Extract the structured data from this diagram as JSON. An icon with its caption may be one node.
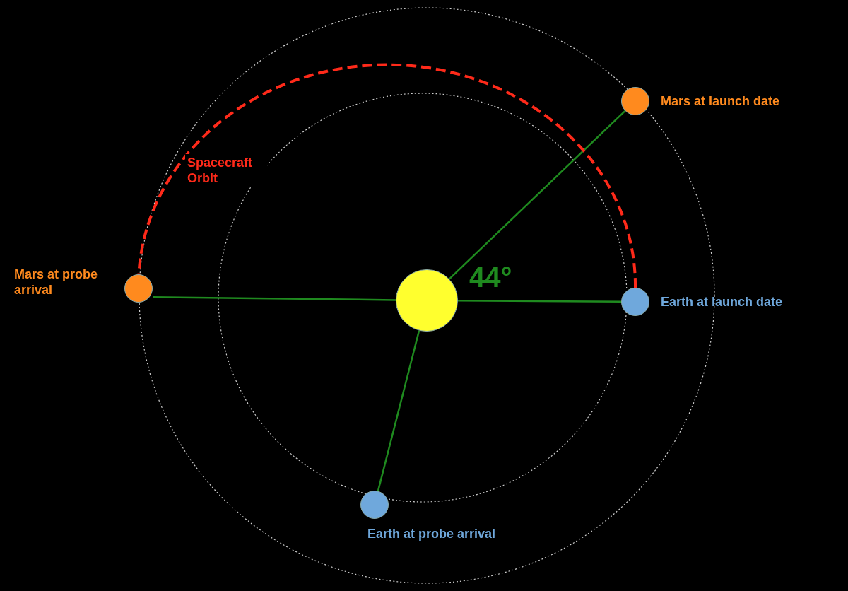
{
  "diagram": {
    "nodes": [
      {
        "text": [],
        "shape": "circle"
      },
      {
        "text": [],
        "shape": "circle",
        "beside": [
          "Mars at launch date"
        ]
      },
      {
        "text": [],
        "shape": "circle",
        "beside": [
          "Mars at probe arrival"
        ]
      },
      {
        "text": [],
        "shape": "circle",
        "beside": [
          "Earth at launch date"
        ]
      },
      {
        "text": [],
        "shape": "circle",
        "beside": [
          "Earth at probe arrival"
        ]
      }
    ],
    "edges": [
      {
        "from": 0,
        "to": 1,
        "arrow": "none"
      },
      {
        "from": 0,
        "to": 2,
        "arrow": "none"
      },
      {
        "from": 0,
        "to": 3,
        "arrow": "none"
      },
      {
        "from": 0,
        "to": 4,
        "arrow": "none"
      },
      {
        "from": 3,
        "to": 2,
        "arrow": "none",
        "label": "Spacecraft Orbit",
        "style": "dashed",
        "color": "#ff2a1a"
      }
    ],
    "labels": [
      "44°"
    ]
  }
}
